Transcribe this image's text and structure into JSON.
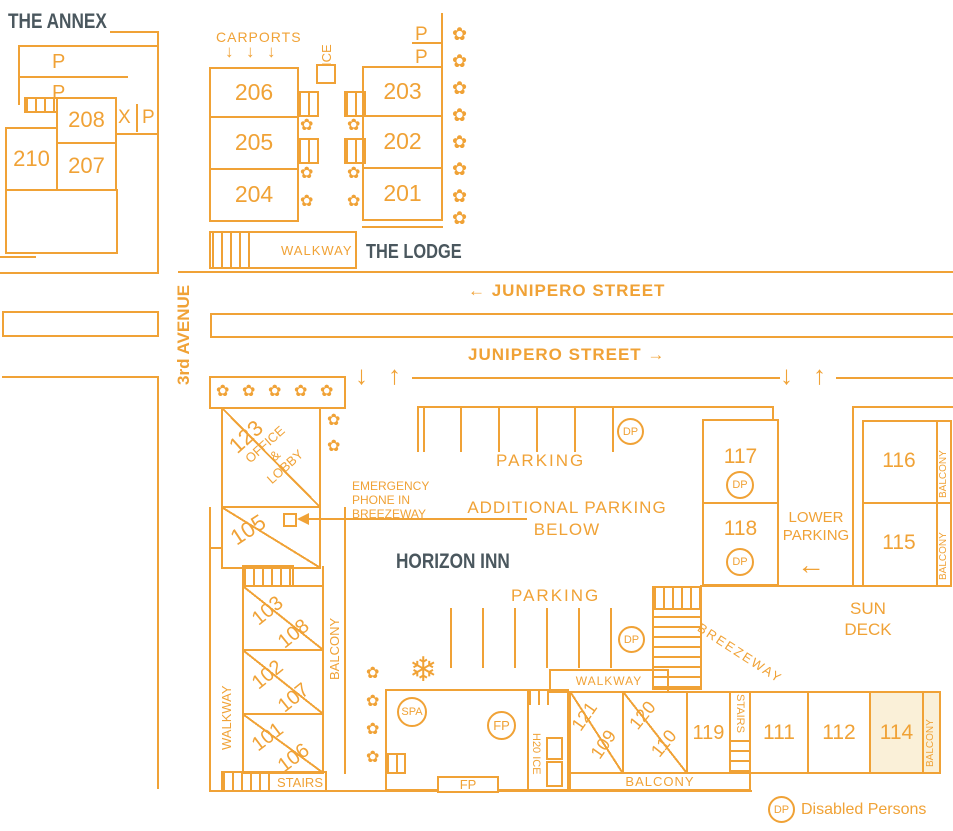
{
  "colors": {
    "accent": "#F0A236",
    "dark": "#4A575E",
    "highlight": "#FAF0D8"
  },
  "icons": {
    "flower": "✿",
    "snowflake": "❄",
    "arrow_down": "↓",
    "arrow_up": "↑",
    "arrow_left": "←"
  },
  "annex": {
    "title": "THE ANNEX",
    "p_upper": "P",
    "p_lower": "P",
    "x_space": "X",
    "p_space": "P",
    "r208": "208",
    "r210": "210",
    "r207": "207"
  },
  "lodge": {
    "title": "THE LODGE",
    "carports": "CARPORTS",
    "ice": "ICE",
    "p_upper": "P",
    "p_lower": "P",
    "r206": "206",
    "r205": "205",
    "r204": "204",
    "r203": "203",
    "r202": "202",
    "r201": "201",
    "walkway": "WALKWAY"
  },
  "streets": {
    "junipero_west": "← JUNIPERO STREET",
    "junipero_east": "JUNIPERO STREET →",
    "third_avenue": "3rd AVENUE"
  },
  "inn": {
    "name": "HORIZON INN",
    "office_number": "123",
    "office_label": "OFFICE\n&\nLOBBY",
    "r105": "105",
    "emergency_note": "EMERGENCY\nPHONE IN\nBREEZEWAY",
    "walkway_west": "WALKWAY",
    "balcony_west": "BALCONY",
    "stairs_west": "STAIRS",
    "r103": "103",
    "r108": "108",
    "r102": "102",
    "r107": "107",
    "r101": "101",
    "r106": "106",
    "parking_upper": "PARKING",
    "additional_parking": "ADDITIONAL PARKING\nBELOW",
    "parking_lower": "PARKING",
    "walkway_center": "WALKWAY",
    "breezeway": "BREEZEWAY",
    "r117": "117",
    "r118": "118",
    "lower_parking": "LOWER\nPARKING",
    "r116": "116",
    "r115": "115",
    "balcony_116": "BALCONY",
    "balcony_115": "BALCONY",
    "sun_deck": "SUN\nDECK",
    "spa": "SPA",
    "fp_circle": "FP",
    "fp_box": "FP",
    "h2o_ice": "H20 ICE",
    "r121": "121",
    "r109": "109",
    "r120": "120",
    "r110": "110",
    "r119": "119",
    "stairs_south": "STAIRS",
    "r111": "111",
    "r112": "112",
    "r114": "114",
    "balcony_south": "BALCONY",
    "balcony_114": "BALCONY"
  },
  "legend": {
    "dp": "DP",
    "dp_label": "Disabled Persons"
  }
}
